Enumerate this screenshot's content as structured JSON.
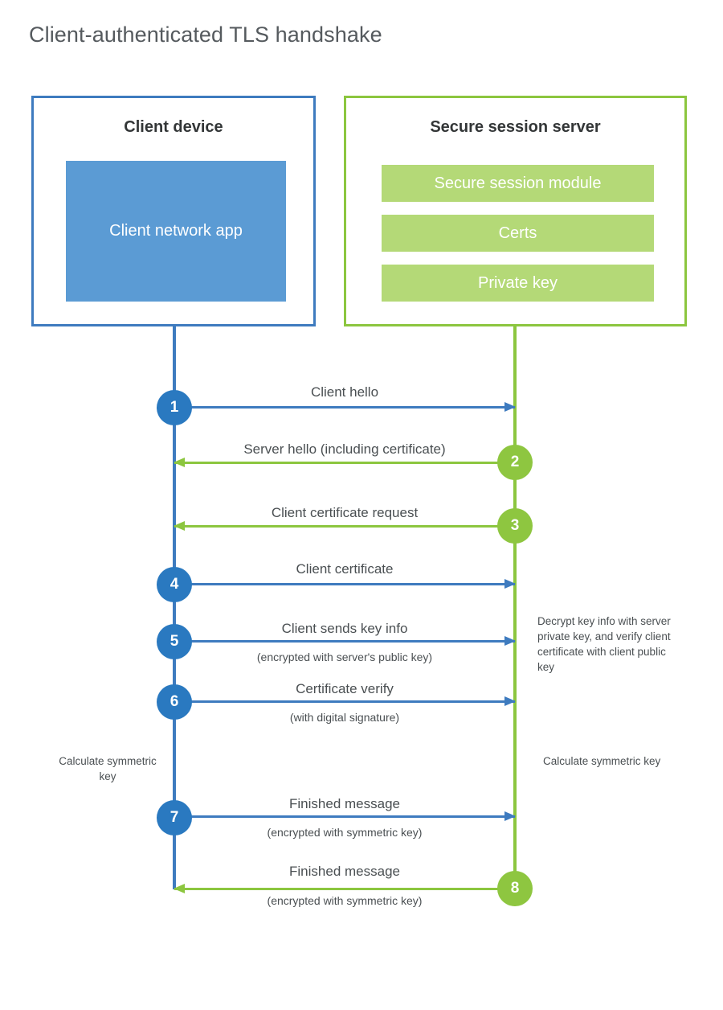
{
  "title": "Client-authenticated TLS handshake",
  "colors": {
    "client_border": "#3e7bbf",
    "client_fill": "#5b9bd4",
    "client_circle": "#2a79c0",
    "server_border": "#8cc63f",
    "server_fill": "#b4d977",
    "server_circle": "#8ec640",
    "text": "#4a4f52",
    "title_text": "#555a5e",
    "background": "#ffffff"
  },
  "actors": {
    "client": {
      "title": "Client device",
      "app_label": "Client network app"
    },
    "server": {
      "title": "Secure session server",
      "modules": [
        "Secure session module",
        "Certs",
        "Private key"
      ]
    }
  },
  "steps": [
    {
      "number": "1",
      "label": "Client hello",
      "sublabel": "",
      "direction": "client-to-server",
      "color": "blue"
    },
    {
      "number": "2",
      "label": "Server hello (including certificate)",
      "sublabel": "",
      "direction": "server-to-client",
      "color": "green"
    },
    {
      "number": "3",
      "label": "Client certificate request",
      "sublabel": "",
      "direction": "server-to-client",
      "color": "green"
    },
    {
      "number": "4",
      "label": "Client certificate",
      "sublabel": "",
      "direction": "client-to-server",
      "color": "blue"
    },
    {
      "number": "5",
      "label": "Client sends key info",
      "sublabel": "(encrypted with server's public key)",
      "direction": "client-to-server",
      "color": "blue"
    },
    {
      "number": "6",
      "label": "Certificate verify",
      "sublabel": "(with digital signature)",
      "direction": "client-to-server",
      "color": "blue"
    },
    {
      "number": "7",
      "label": "Finished message",
      "sublabel": "(encrypted with symmetric key)",
      "direction": "client-to-server",
      "color": "blue"
    },
    {
      "number": "8",
      "label": "Finished message",
      "sublabel": "(encrypted with symmetric key)",
      "direction": "server-to-client",
      "color": "green"
    }
  ],
  "notes": {
    "server_decrypt": "Decrypt key info with server private key, and verify client certificate with client public key",
    "client_calculate": "Calculate symmetric key",
    "server_calculate": "Calculate symmetric key"
  }
}
